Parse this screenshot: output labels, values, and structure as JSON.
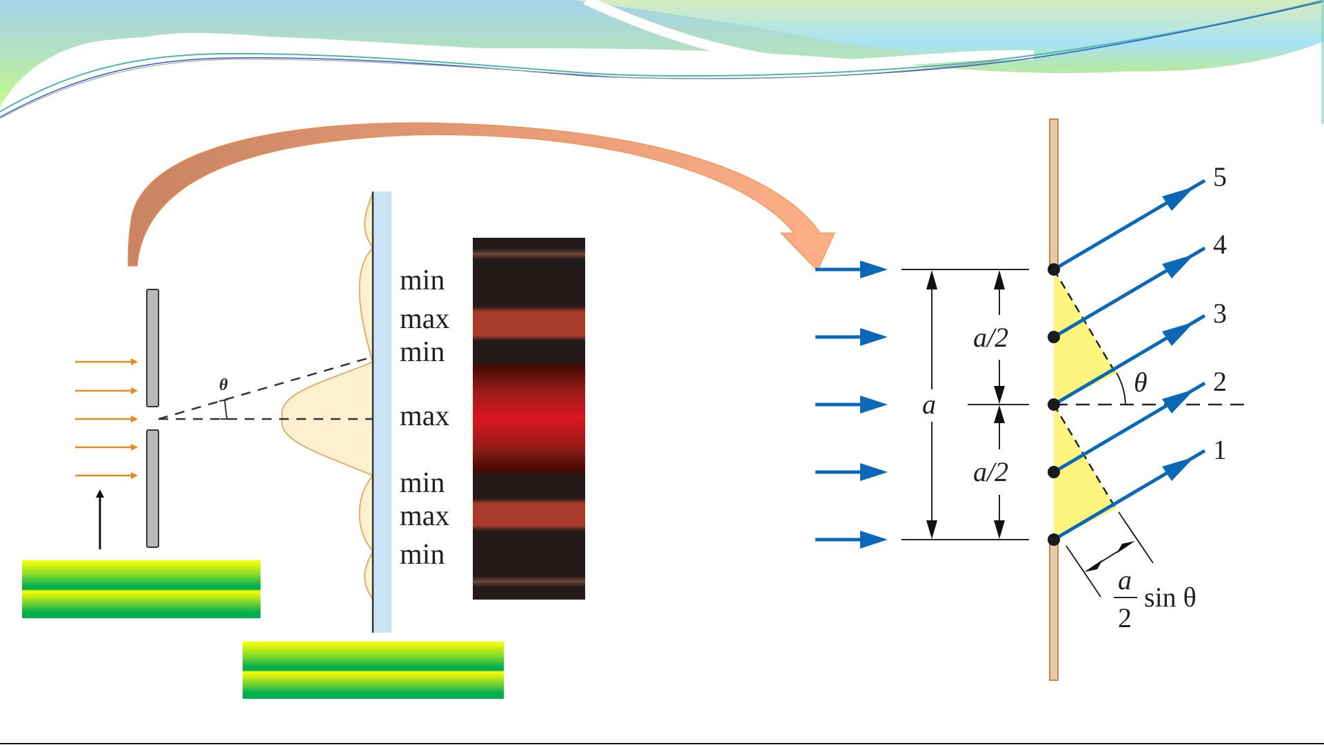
{
  "slide": {
    "colors": {
      "header_blue": "#a6d4e6",
      "header_green": "#bff28c",
      "orange_arrow_start": "#c98464",
      "orange_arrow_end": "#fdae84",
      "incident_orange": "#e08e1b",
      "slit_gray": "#b8b8b8",
      "screen_blue": "#c9e4f6",
      "intensity_fill": "#fdf0cf",
      "intensity_stroke": "#d9ad67",
      "pattern_dark": "#231a1a",
      "pattern_bright": "#d8151e",
      "pattern_side": "#ad3f2b",
      "ray_blue": "#0b68b7",
      "wall_tan": "#e7c9a8",
      "wedge_yellow": "#fdf57e",
      "green_bar_yellow": "#ffff00",
      "green_bar_green": "#00b050"
    }
  },
  "single_slit_figure": {
    "angle_label": "θ",
    "incident_rays": 5,
    "pattern_labels": [
      "min",
      "max",
      "min",
      "max",
      "min",
      "max",
      "min"
    ]
  },
  "half_zone_figure": {
    "slit_width_label": "a",
    "half_width_top_label": "a/2",
    "half_width_bottom_label": "a/2",
    "angle_label": "θ",
    "ray_labels": [
      "5",
      "4",
      "3",
      "2",
      "1"
    ],
    "path_difference": {
      "numerator": "a",
      "denominator": "2",
      "suffix": "sin θ"
    },
    "incident_rays": 5
  }
}
